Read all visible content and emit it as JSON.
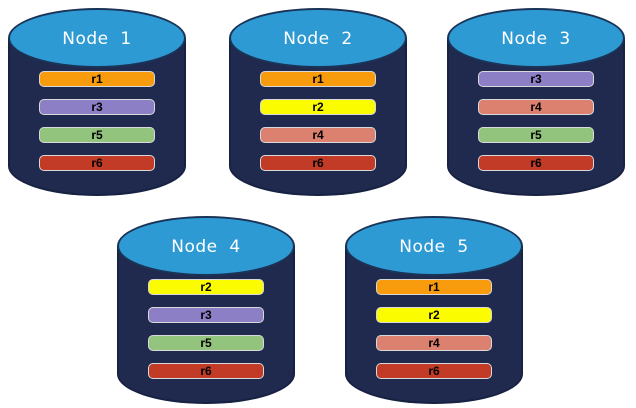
{
  "colors": {
    "background": "#FFFFFF",
    "cylinder_body": "#1F2A4E",
    "cylinder_top": "#2E9AD4",
    "cylinder_outline": "#1A3357",
    "node_label_text": "#FFFFFF",
    "bar_text": "#000000",
    "bar_border": "#D9D9D9",
    "replicas": {
      "r1": "#F89C0E",
      "r2": "#FCFC00",
      "r3": "#8C7FC6",
      "r4": "#DC8070",
      "r5": "#93C47D",
      "r6": "#C23B27"
    }
  },
  "nodes": [
    {
      "label": "Node  1",
      "replicas": [
        "r1",
        "r3",
        "r5",
        "r6"
      ]
    },
    {
      "label": "Node  2",
      "replicas": [
        "r1",
        "r2",
        "r4",
        "r6"
      ]
    },
    {
      "label": "Node  3",
      "replicas": [
        "r3",
        "r4",
        "r5",
        "r6"
      ]
    },
    {
      "label": "Node  4",
      "replicas": [
        "r2",
        "r3",
        "r5",
        "r6"
      ]
    },
    {
      "label": "Node  5",
      "replicas": [
        "r1",
        "r2",
        "r4",
        "r6"
      ]
    }
  ]
}
